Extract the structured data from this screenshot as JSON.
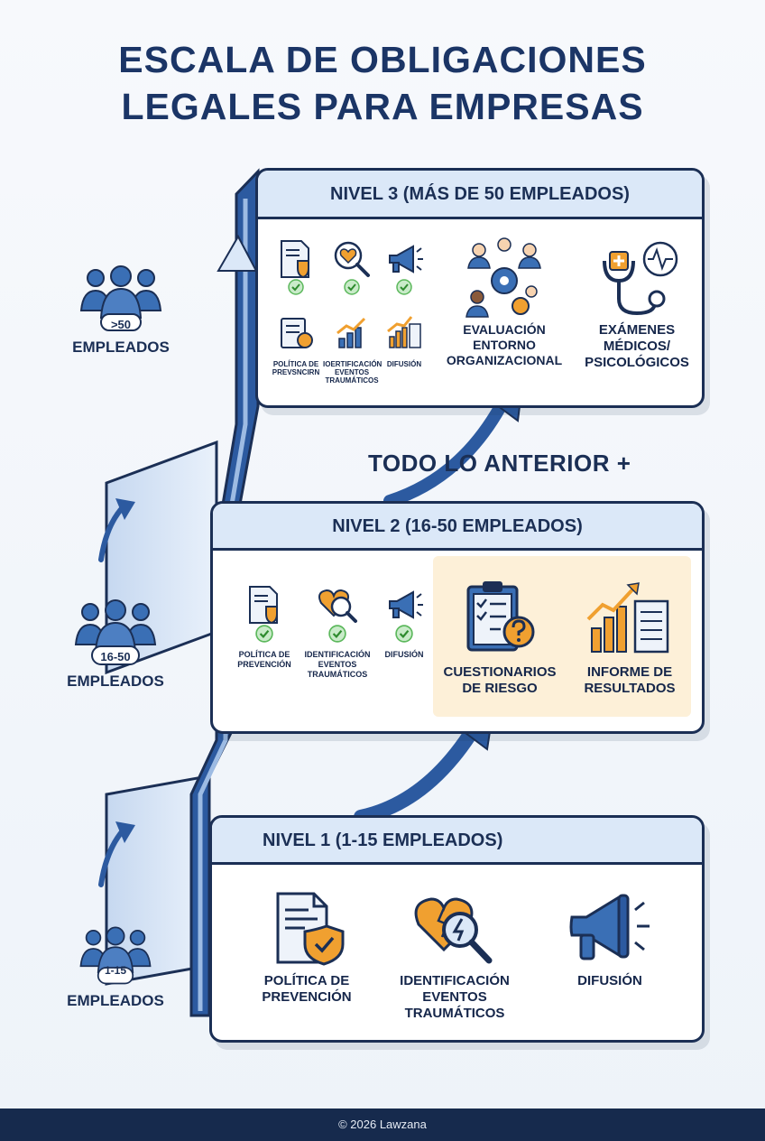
{
  "title": {
    "line1": "ESCALA DE OBLIGACIONES",
    "line2": "LEGALES PARA EMPRESAS"
  },
  "connector_text": "TODO LO ANTERIOR +",
  "levels": {
    "level3": {
      "heading": "NIVEL 3 (MÁS DE 50 EMPLEADOS)",
      "side_badge": ">50",
      "side_label": "EMPLEADOS",
      "inherited": [
        {
          "label": "POLÍTICA DE PREVSNCIRN",
          "icon": "policy-document-icon"
        },
        {
          "label": "IOERTIFICACIÓN EVENTOS TRAUMÁTICOS",
          "icon": "heart-search-icon"
        },
        {
          "label": "DIFUSIÓN",
          "icon": "megaphone-icon"
        }
      ],
      "inherited_second_row": [
        {
          "icon": "questionnaire-icon"
        },
        {
          "icon": "bar-chart-icon"
        },
        {
          "icon": "report-chart-icon"
        }
      ],
      "new_items": [
        {
          "label": "EVALUACIÓN ENTORNO ORGANIZACIONAL",
          "icon": "team-gears-icon"
        },
        {
          "label": "EXÁMENES MÉDICOS/ PSICOLÓGICOS",
          "icon": "stethoscope-icon"
        }
      ]
    },
    "level2": {
      "heading": "NIVEL 2 (16-50 EMPLEADOS)",
      "side_badge": "16-50",
      "side_label": "EMPLEADOS",
      "inherited": [
        {
          "label": "POLÍTICA DE PREVENCIÓN",
          "icon": "policy-document-icon"
        },
        {
          "label": "IDENTIFICACIÓN EVENTOS TRAUMÁTICOS",
          "icon": "heart-search-icon"
        },
        {
          "label": "DIFUSIÓN",
          "icon": "megaphone-icon"
        }
      ],
      "new_items": [
        {
          "label": "CUESTIONARIOS DE RIESGO",
          "icon": "questionnaire-icon"
        },
        {
          "label": "INFORME DE RESULTADOS",
          "icon": "report-chart-icon"
        }
      ]
    },
    "level1": {
      "heading": "NIVEL 1 (1-15 EMPLEADOS)",
      "side_badge": "1-15",
      "side_label": "EMPLEADOS",
      "items": [
        {
          "label": "POLÍTICA DE PREVENCIÓN",
          "icon": "policy-document-icon"
        },
        {
          "label": "IDENTIFICACIÓN EVENTOS TRAUMÁTICOS",
          "icon": "heart-search-icon"
        },
        {
          "label": "DIFUSIÓN",
          "icon": "megaphone-icon"
        }
      ]
    }
  },
  "colors": {
    "navy": "#1b2f55",
    "header_blue": "#dbe8f8",
    "accent_blue": "#3a6fb5",
    "orange": "#f0a030",
    "highlight": "#fdf0d8",
    "check_green": "#5cb85c"
  },
  "footer": "© 2026 Lawzana"
}
